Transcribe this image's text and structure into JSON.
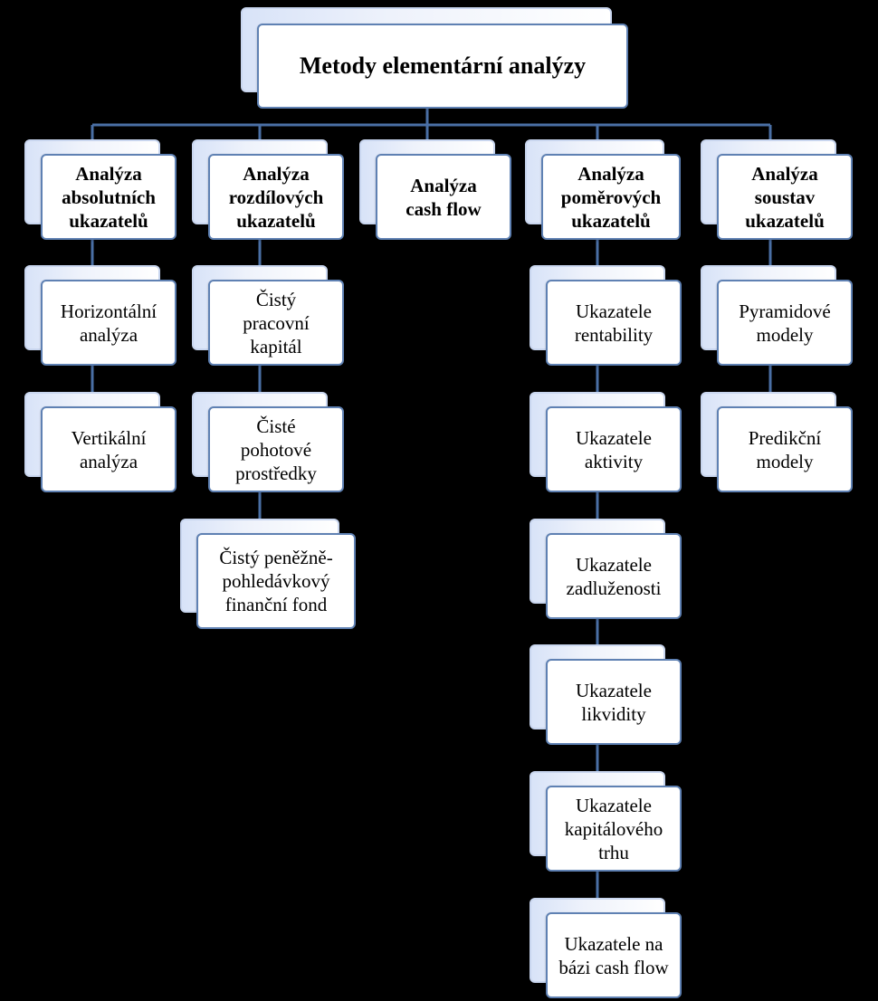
{
  "diagram": {
    "root": "Metody elementární analýzy",
    "columns": [
      {
        "heading": "Analýza absolutních ukazatelů",
        "items": [
          "Horizontální analýza",
          "Vertikální analýza"
        ]
      },
      {
        "heading": "Analýza rozdílových ukazatelů",
        "items": [
          "Čistý pracovní kapitál",
          "Čisté pohotové prostředky",
          "Čistý peněžně-pohledávkový finanční fond"
        ]
      },
      {
        "heading": "Analýza cash flow",
        "items": []
      },
      {
        "heading": "Analýza poměrových ukazatelů",
        "items": [
          "Ukazatele rentability",
          "Ukazatele aktivity",
          "Ukazatele zadluženosti",
          "Ukazatele likvidity",
          "Ukazatele kapitálového trhu",
          "Ukazatele na bázi cash flow"
        ]
      },
      {
        "heading": "Analýza soustav ukazatelů",
        "items": [
          "Pyramidové modely",
          "Predikční modely"
        ]
      }
    ],
    "colors": {
      "background": "#000000",
      "connector": "#4a6fa5",
      "border": "#5f81b3"
    }
  }
}
